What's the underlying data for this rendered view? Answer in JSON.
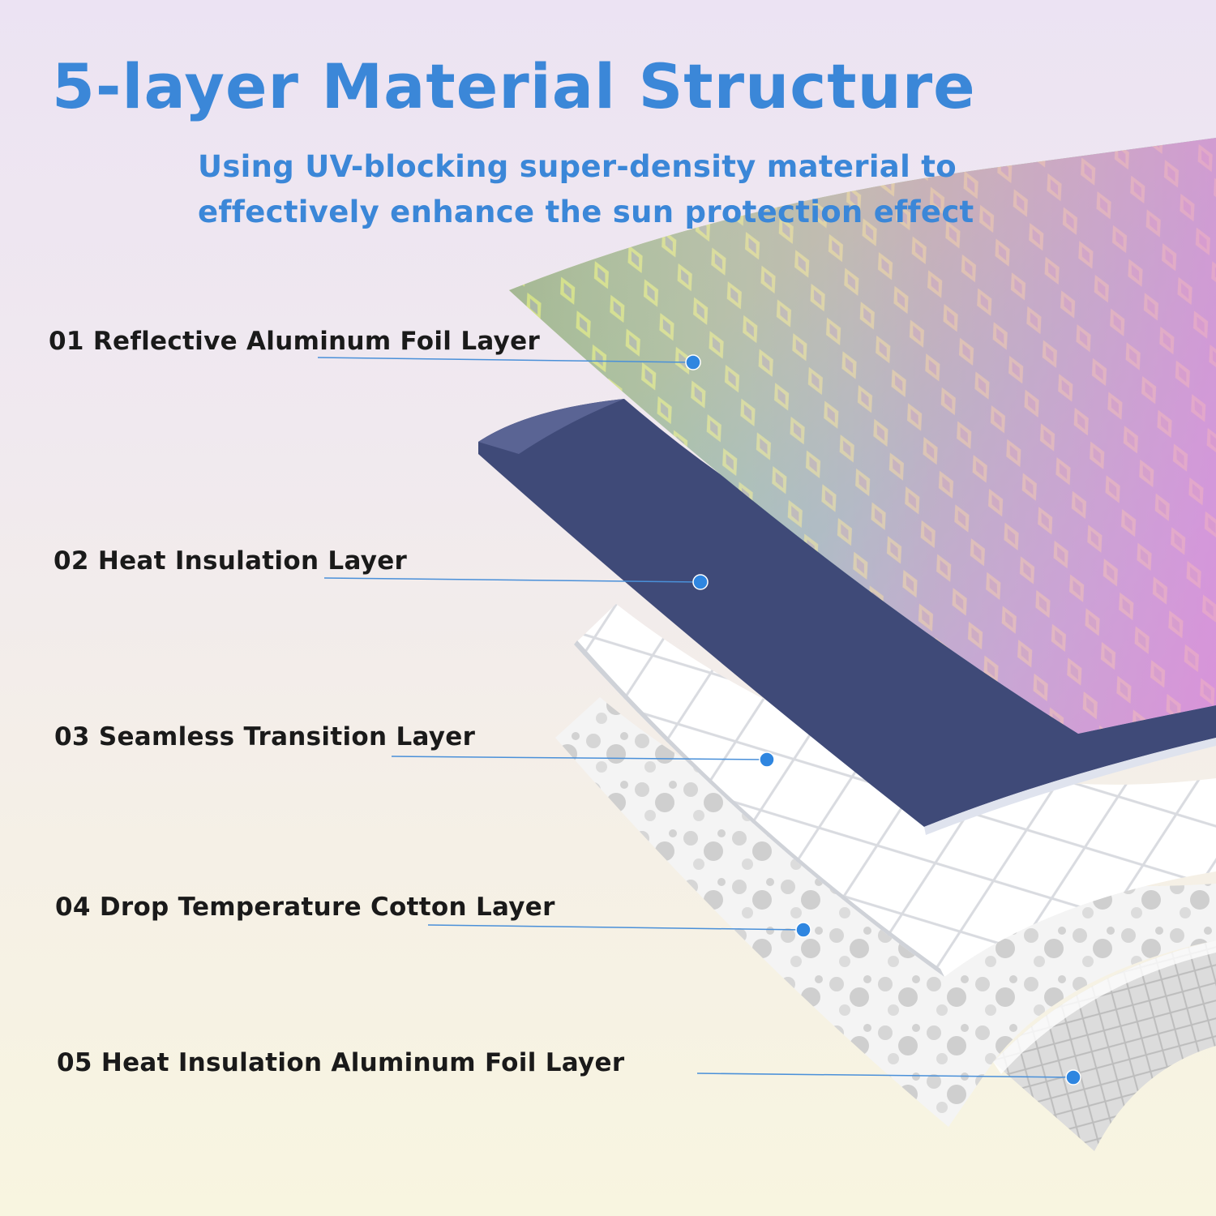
{
  "title": "5-layer Material Structure",
  "subtitle": {
    "line1": "Using UV-blocking super-density material to",
    "line2": "effectively enhance the sun protection effect"
  },
  "layers": [
    {
      "label": "01 Reflective Aluminum Foil Layer"
    },
    {
      "label": "02 Heat Insulation Layer"
    },
    {
      "label": "03 Seamless Transition Layer"
    },
    {
      "label": "04 Drop Temperature Cotton Layer"
    },
    {
      "label": "05 Heat Insulation Aluminum Foil Layer"
    }
  ],
  "colors": {
    "accent": "#3b87d8",
    "leader_line": "#4a90d9",
    "marker": "#2f86e0",
    "layer_navy": "#3f4a78"
  }
}
